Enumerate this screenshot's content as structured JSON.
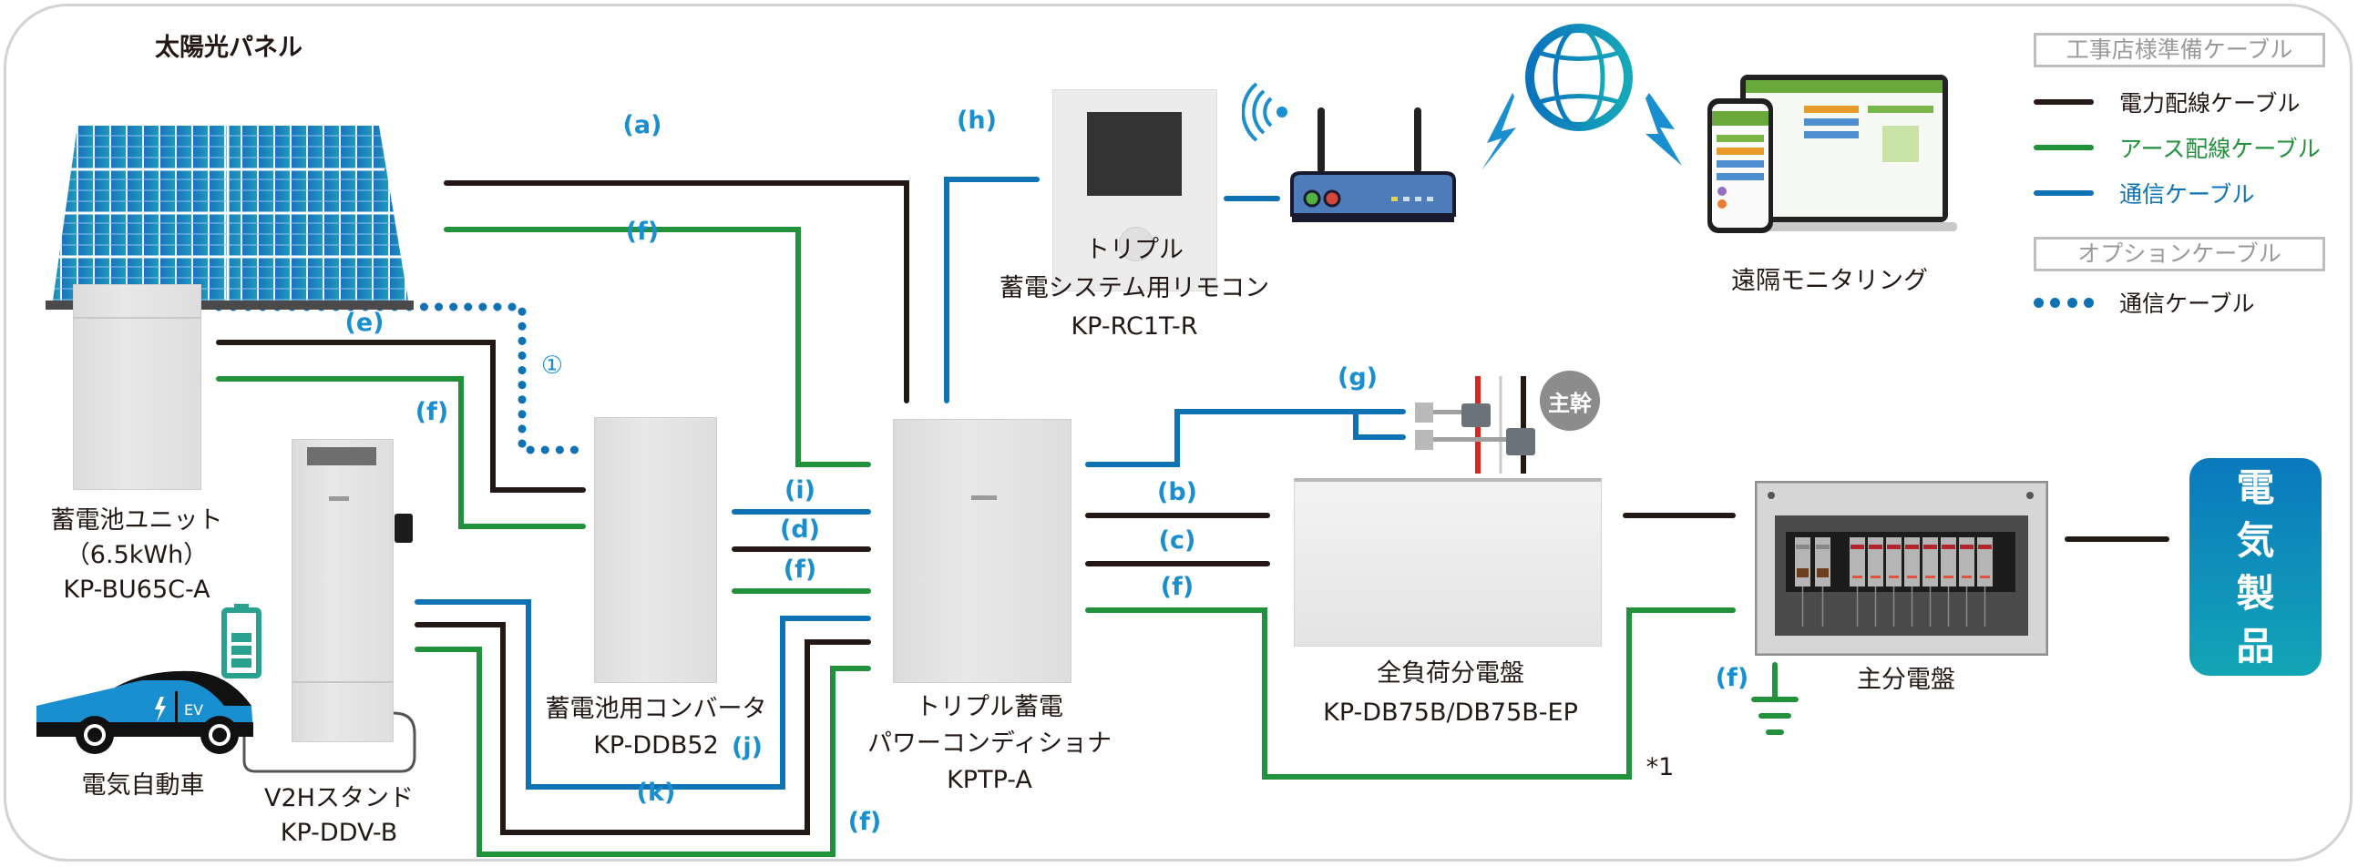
{
  "colors": {
    "power": "#231815",
    "earth": "#22913c",
    "comm": "#0e72b5",
    "tag": "#1a8fd0",
    "appliance_gradient_top": "#0a79bd",
    "appliance_gradient_bottom": "#13a5b6"
  },
  "devices": {
    "solar_panel": {
      "title": "太陽光パネル"
    },
    "battery_unit": {
      "title": "蓄電池ユニット",
      "capacity": "（6.5kWh）",
      "model": "KP-BU65C-A"
    },
    "ev": {
      "title": "電気自動車",
      "badge": "EV"
    },
    "v2h": {
      "title": "V2Hスタンド",
      "model": "KP-DDV-B"
    },
    "converter": {
      "title": "蓄電池用コンバータ",
      "model": "KP-DDB52"
    },
    "pcs": {
      "title_line1": "トリプル蓄電",
      "title_line2": "パワーコンディショナ",
      "model": "KPTP-A"
    },
    "remote": {
      "title_line1": "トリプル",
      "title_line2": "蓄電システム用リモコン",
      "model": "KP-RC1T-R"
    },
    "monitoring": {
      "title": "遠隔モニタリング"
    },
    "full_load_board": {
      "title": "全負荷分電盤",
      "model": "KP-DB75B/DB75B-EP"
    },
    "main_board": {
      "title": "主分電盤"
    },
    "main_trunk": {
      "badge": "主幹"
    },
    "appliances": {
      "chars": [
        "電",
        "気",
        "製",
        "品"
      ]
    }
  },
  "cable_tags": {
    "a": "(a)",
    "f_solar": "(f)",
    "h": "(h)",
    "e": "(e)",
    "circle1": "①",
    "f_battery": "(f)",
    "i": "(i)",
    "d": "(d)",
    "f_conv": "(f)",
    "j": "(j)",
    "k": "(k)",
    "f_v2h": "(f)",
    "g": "(g)",
    "b": "(b)",
    "c": "(c)",
    "f_pcs": "(f)",
    "f_ground": "(f)",
    "note": "*1"
  },
  "legend": {
    "standard_header": "工事店様準備ケーブル",
    "items": [
      {
        "label": "電力配線ケーブル",
        "type": "power"
      },
      {
        "label": "アース配線ケーブル",
        "type": "earth"
      },
      {
        "label": "通信ケーブル",
        "type": "comm"
      }
    ],
    "option_header": "オプションケーブル",
    "option_items": [
      {
        "label": "通信ケーブル",
        "type": "comm-dotted"
      }
    ]
  }
}
